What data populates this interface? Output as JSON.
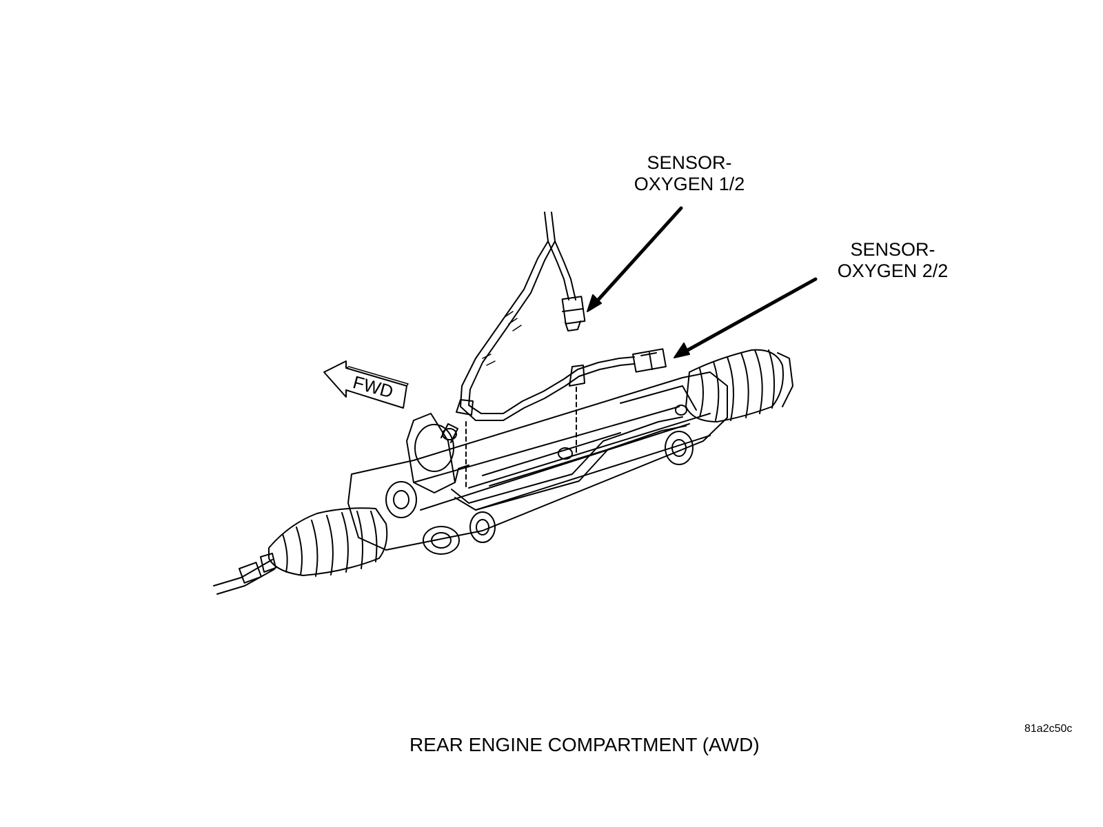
{
  "labels": {
    "sensor_1_line1": "SENSOR-",
    "sensor_1_line2": "OXYGEN 1/2",
    "sensor_2_line1": "SENSOR-",
    "sensor_2_line2": "OXYGEN 2/2",
    "fwd": "FWD"
  },
  "caption": "REAR ENGINE COMPARTMENT  (AWD)",
  "figure_id": "81a2c50c",
  "colors": {
    "line": "#000000",
    "background": "#ffffff"
  }
}
